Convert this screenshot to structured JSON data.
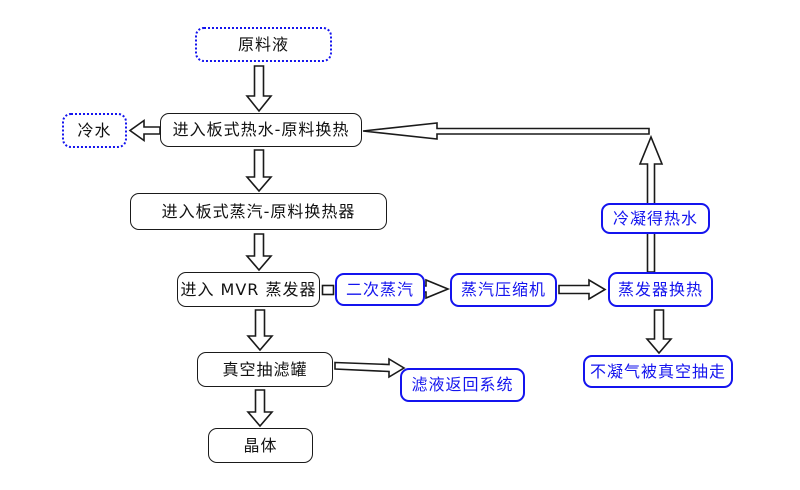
{
  "diagram": {
    "type": "flowchart",
    "colors": {
      "blue_accent": "#1414ee",
      "line_color": "#1a1a1a",
      "background": "#ffffff"
    },
    "nodes": {
      "raw_liquid": {
        "label": "原料液",
        "style": "blue-dotted"
      },
      "hot_water_exchange": {
        "label": "进入板式热水-原料换热",
        "style": "black-solid"
      },
      "cold_water": {
        "label": "冷水",
        "style": "blue-dotted"
      },
      "steam_exchange": {
        "label": "进入板式蒸汽-原料换热器",
        "style": "black-solid"
      },
      "mvr_evaporator": {
        "label": "进入 MVR 蒸发器",
        "style": "black-solid"
      },
      "secondary_steam": {
        "label": "二次蒸汽",
        "style": "blue-solid"
      },
      "steam_compressor": {
        "label": "蒸汽压缩机",
        "style": "blue-solid"
      },
      "evaporator_exchange": {
        "label": "蒸发器换热",
        "style": "blue-solid"
      },
      "condensed_hot_water": {
        "label": "冷凝得热水",
        "style": "blue-solid"
      },
      "non_condensable_gas": {
        "label": "不凝气被真空抽走",
        "style": "blue-solid"
      },
      "vacuum_filter_tank": {
        "label": "真空抽滤罐",
        "style": "black-solid"
      },
      "filtrate_return": {
        "label": "滤液返回系统",
        "style": "blue-solid"
      },
      "crystal": {
        "label": "晶体",
        "style": "black-solid"
      }
    },
    "edges": [
      {
        "from": "raw_liquid",
        "to": "hot_water_exchange",
        "direction": "down"
      },
      {
        "from": "hot_water_exchange",
        "to": "cold_water",
        "direction": "left"
      },
      {
        "from": "hot_water_exchange",
        "to": "steam_exchange",
        "direction": "down"
      },
      {
        "from": "steam_exchange",
        "to": "mvr_evaporator",
        "direction": "down"
      },
      {
        "from": "mvr_evaporator",
        "to": "secondary_steam",
        "direction": "right"
      },
      {
        "from": "secondary_steam",
        "to": "steam_compressor",
        "direction": "right"
      },
      {
        "from": "steam_compressor",
        "to": "evaporator_exchange",
        "direction": "right"
      },
      {
        "from": "evaporator_exchange",
        "to": "hot_water_exchange",
        "direction": "up-then-left",
        "through": "condensed_hot_water"
      },
      {
        "from": "evaporator_exchange",
        "to": "non_condensable_gas",
        "direction": "down"
      },
      {
        "from": "mvr_evaporator",
        "to": "vacuum_filter_tank",
        "direction": "down"
      },
      {
        "from": "vacuum_filter_tank",
        "to": "filtrate_return",
        "direction": "right"
      },
      {
        "from": "vacuum_filter_tank",
        "to": "crystal",
        "direction": "down"
      }
    ]
  }
}
